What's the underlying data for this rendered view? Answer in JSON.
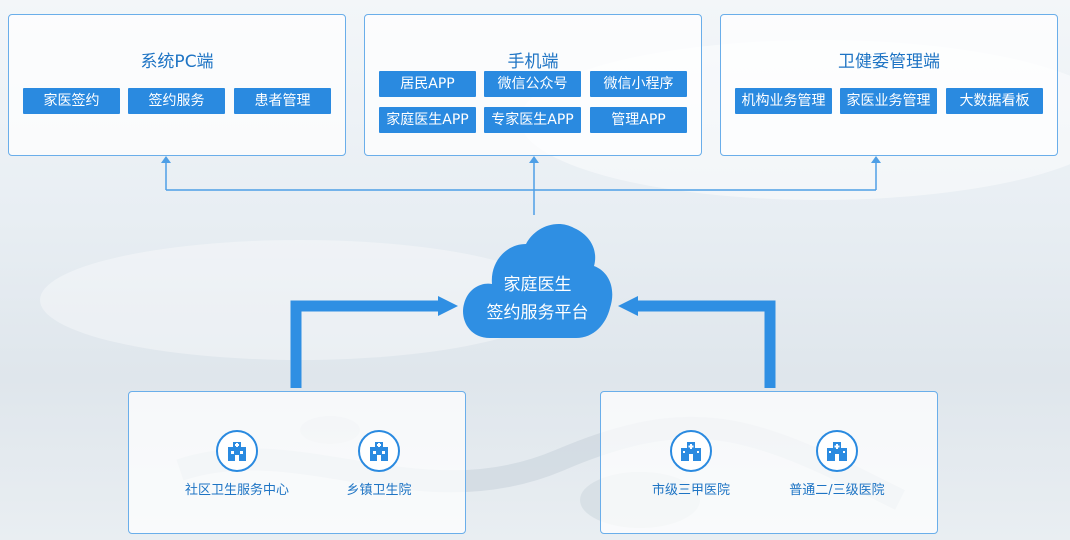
{
  "top_panels": [
    {
      "title": "系统PC端",
      "items": [
        "家医签约",
        "签约服务",
        "患者管理"
      ]
    },
    {
      "title": "手机端",
      "items": [
        "居民APP",
        "微信公众号",
        "微信小程序",
        "家庭医生APP",
        "专家医生APP",
        "管理APP"
      ]
    },
    {
      "title": "卫健委管理端",
      "items": [
        "机构业务管理",
        "家医业务管理",
        "大数据看板"
      ]
    }
  ],
  "platform": {
    "line1": "家庭医生",
    "line2": "签约服务平台",
    "icon": "cloud-icon"
  },
  "bottom_panels": [
    {
      "items": [
        {
          "label": "社区卫生服务中心",
          "icon": "clinic-icon"
        },
        {
          "label": "乡镇卫生院",
          "icon": "clinic-icon"
        }
      ]
    },
    {
      "items": [
        {
          "label": "市级三甲医院",
          "icon": "hospital-building-icon"
        },
        {
          "label": "普通二/三级医院",
          "icon": "hospital-building-icon"
        }
      ]
    }
  ],
  "colors": {
    "accent": "#2a8ae0",
    "border": "#6aaeea",
    "title": "#1e74c4",
    "arrow": "#2f8fe3"
  }
}
